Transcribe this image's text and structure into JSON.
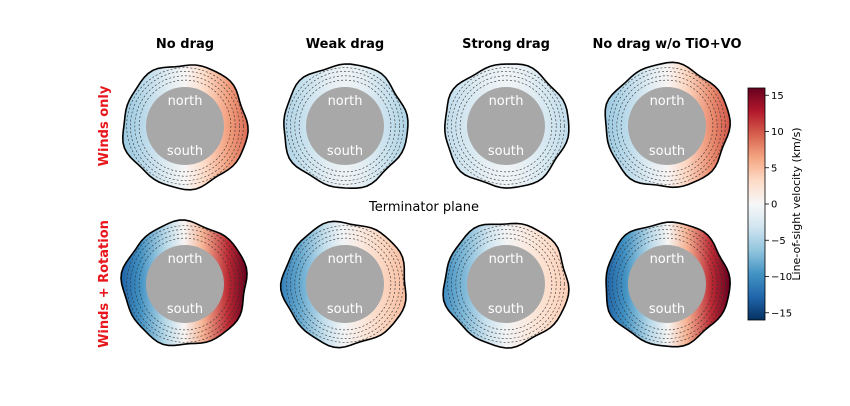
{
  "figure": {
    "column_titles": [
      "No drag",
      "Weak drag",
      "Strong drag",
      "No drag w/o TiO+VO"
    ],
    "row_labels": [
      "Winds only",
      "Winds + Rotation"
    ],
    "center_label": "Terminator plane",
    "disk_labels": {
      "top": "north",
      "bottom": "south"
    },
    "colors": {
      "row_label": "#e8161b",
      "disk": "#a8a8a8",
      "disk_text": "#ffffff"
    }
  },
  "chart_data": {
    "type": "heatmap",
    "title": "",
    "colorbar": {
      "label": "Line-of-sight velocity (km/s)",
      "range": [
        -16,
        16
      ],
      "ticks": [
        -15,
        -10,
        -5,
        0,
        5,
        10,
        15
      ],
      "tick_labels": [
        "−15",
        "−10",
        "−5",
        "0",
        "5",
        "10",
        "15"
      ],
      "colormap": "RdBu_r"
    },
    "panels": [
      {
        "row": "Winds only",
        "column": "No drag",
        "limb_velocity_east": -6,
        "limb_velocity_west": 9
      },
      {
        "row": "Winds only",
        "column": "Weak drag",
        "limb_velocity_east": -5,
        "limb_velocity_west": -5
      },
      {
        "row": "Winds only",
        "column": "Strong drag",
        "limb_velocity_east": -4,
        "limb_velocity_west": -4
      },
      {
        "row": "Winds only",
        "column": "No drag w/o TiO+VO",
        "limb_velocity_east": -6,
        "limb_velocity_west": 10
      },
      {
        "row": "Winds + Rotation",
        "column": "No drag",
        "limb_velocity_east": -13,
        "limb_velocity_west": 16
      },
      {
        "row": "Winds + Rotation",
        "column": "Weak drag",
        "limb_velocity_east": -11,
        "limb_velocity_west": 5
      },
      {
        "row": "Winds + Rotation",
        "column": "Strong drag",
        "limb_velocity_east": -10,
        "limb_velocity_west": 4
      },
      {
        "row": "Winds + Rotation",
        "column": "No drag w/o TiO+VO",
        "limb_velocity_east": -13,
        "limb_velocity_west": 16
      }
    ]
  }
}
